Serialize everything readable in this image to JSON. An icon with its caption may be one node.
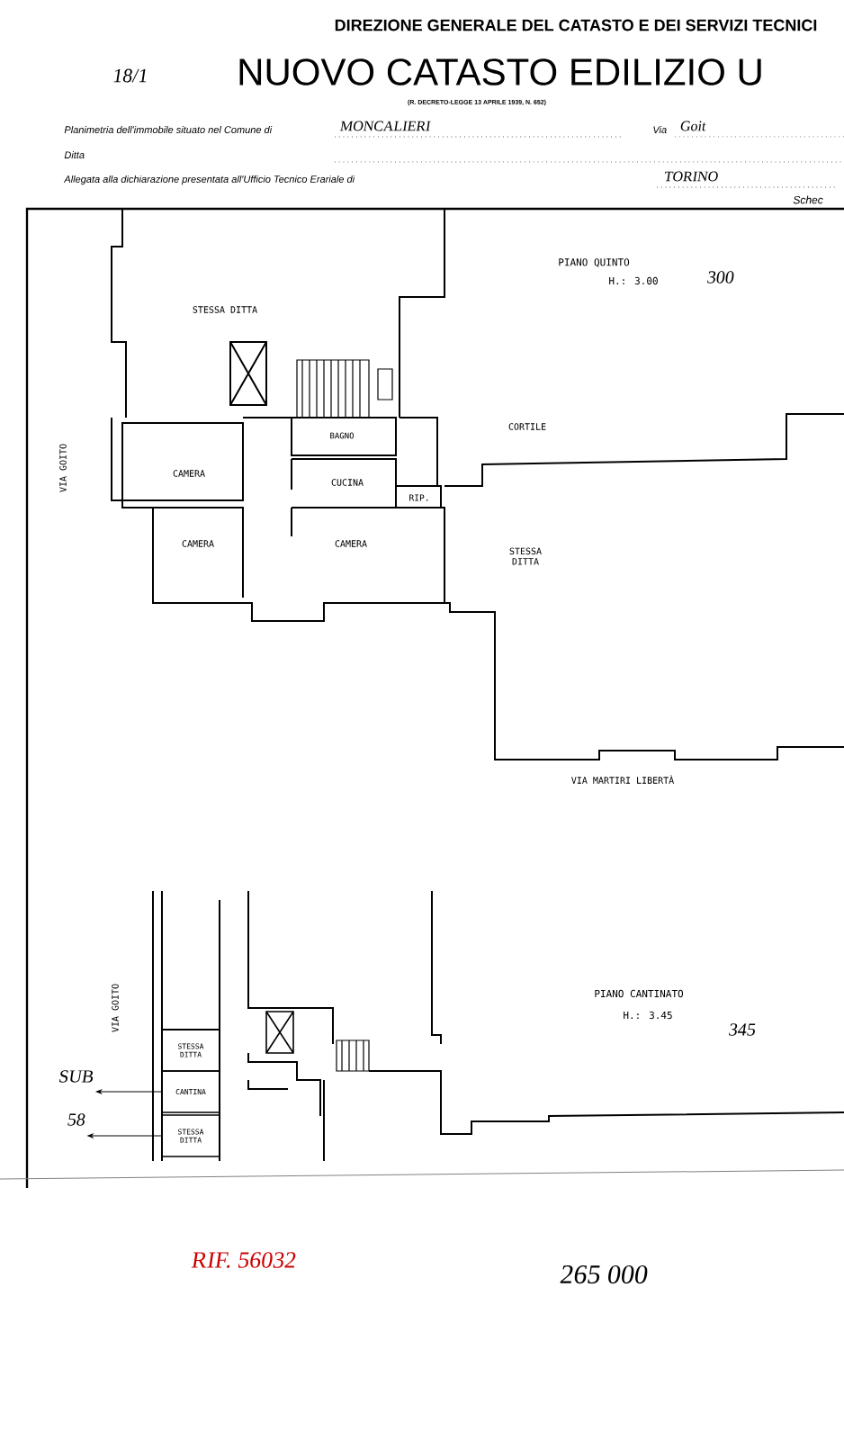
{
  "diagram": {
    "title": "NUOVO CATASTO EDILIZIO U",
    "nodes": [
      {
        "text": [
          "STESSA DITTA"
        ]
      },
      {
        "text": [
          "CANTINA"
        ]
      },
      {
        "text": [
          "STESSA DITTA"
        ]
      },
      {
        "text": [
          "SUB"
        ]
      },
      {
        "text": [
          "58"
        ]
      }
    ],
    "edges": [
      {
        "from": 1,
        "to": 3,
        "arrow": "to"
      },
      {
        "from": 2,
        "to": 4,
        "arrow": "to"
      }
    ],
    "labels": [
      "DIREZIONE GENERALE DEL CATASTO E DEI SERVIZI TECNICI",
      "18/1",
      "(R. DECRETO-LEGGE 13 APRILE 1939, N. 652)",
      "Planimetria dell'immobile situato nel Comune di",
      "MONCALIERI",
      "Via",
      "Goit",
      "Ditta",
      "Allegata alla dichiarazione presentata all'Ufficio Tecnico Erariale di",
      "TORINO",
      "Schec",
      "STESSA DITTA",
      "PIANO QUINTO",
      "H.: 3.00",
      "300",
      "VIA GOITO",
      "BAGNO",
      "CORTILE",
      "CAMERA",
      "CUCINA",
      "RIP.",
      "CAMERA",
      "CAMERA",
      "STESSA DITTA",
      "VIA MARTIRI LIBERTÀ",
      "PIANO CANTINATO",
      "H.: 3.45",
      "345",
      "VIA GOITO",
      "RIF. 56032",
      "265 000"
    ]
  }
}
